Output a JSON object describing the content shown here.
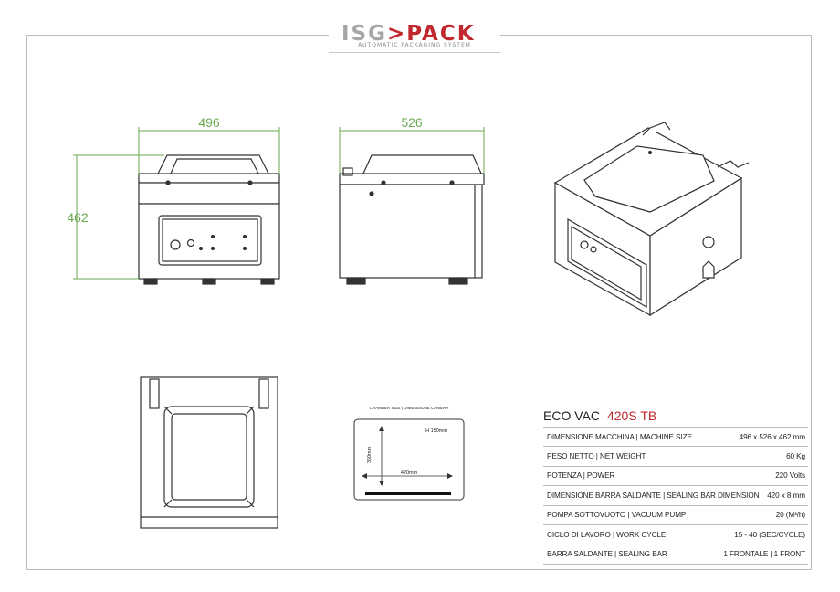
{
  "logo": {
    "brand_gray": "ISG",
    "brand_red": ">PACK",
    "tagline": "AUTOMATIC PACKAGING SYSTEM",
    "gray": "#a6a6a6",
    "red": "#c0282d"
  },
  "dimensions": {
    "front_width": "496",
    "side_width": "526",
    "height": "462"
  },
  "chamber": {
    "title": "CHAMBER SIZE | DIMENSIONE CAMERA",
    "height_label": "H 150mm",
    "depth_label": "350mm",
    "width_label": "420mm"
  },
  "spec": {
    "product": "ECO VAC",
    "model": "420S TB",
    "rows": [
      {
        "label": "DIMENSIONE MACCHINA  |  MACHINE SIZE",
        "value": "496 x 526 x 462 mm"
      },
      {
        "label": "PESO NETTO  |  NET WEIGHT",
        "value": "60 Kg"
      },
      {
        "label": "POTENZA   |  POWER",
        "value": "220 Volts"
      },
      {
        "label": "DIMENSIONE BARRA SALDANTE  |  SEALING BAR DIMENSION",
        "value": "420 x 8 mm"
      },
      {
        "label": "POMPA SOTTOVUOTO  |  VACUUM PUMP",
        "value": "20 (M³/h)"
      },
      {
        "label": "CICLO DI LAVORO  |  WORK CYCLE",
        "value": "15 - 40 (SEC/CYCLE)"
      },
      {
        "label": "BARRA SALDANTE  |  SEALING BAR",
        "value": "1 FRONTALE  |  1 FRONT"
      }
    ]
  },
  "colors": {
    "dimension_line": "#6aa84f",
    "drawing_line": "#333333",
    "frame": "#bcbcbc"
  }
}
